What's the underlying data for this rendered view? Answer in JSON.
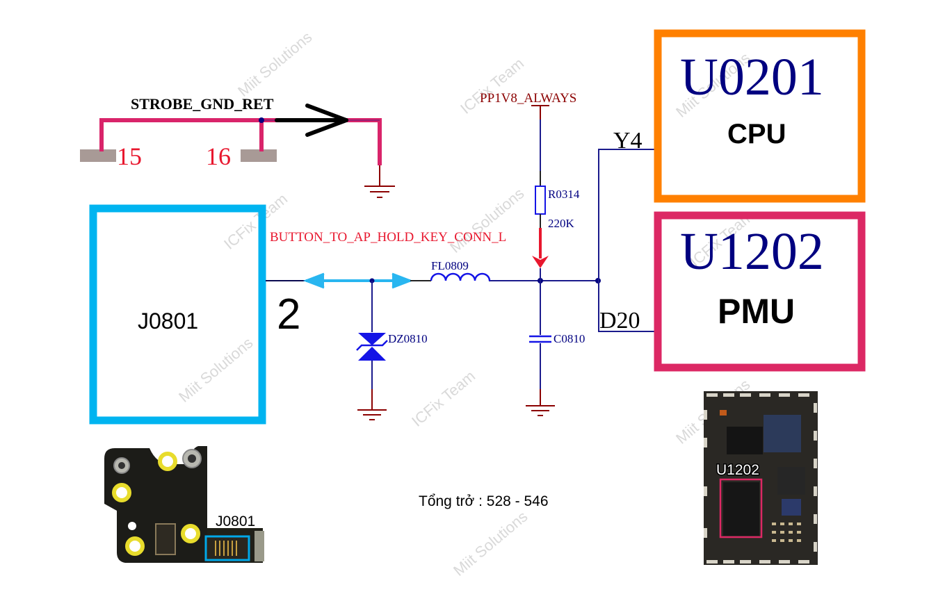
{
  "diagram": {
    "type": "schematic",
    "title": "Power/Hold key signal path",
    "nets": {
      "strobe": "STROBE_GND_RET",
      "supply": "PP1V8_ALWAYS",
      "signal": "BUTTON_TO_AP_HOLD_KEY_CONN_L"
    },
    "pins": {
      "pad_15": "15",
      "pad_16": "16",
      "connector_pin": "2",
      "cpu_pin": "Y4",
      "pmu_pin": "D20"
    },
    "components": {
      "resistor": {
        "ref": "R0314",
        "value": "220K"
      },
      "filter": {
        "ref": "FL0809"
      },
      "diode": {
        "ref": "DZ0810"
      },
      "capacitor": {
        "ref": "C0810"
      }
    },
    "blocks": {
      "connector": {
        "ref": "J0801",
        "color": "#00b4f0"
      },
      "cpu": {
        "ref": "U0201",
        "label": "CPU",
        "color": "#ff8000"
      },
      "pmu": {
        "ref": "U1202",
        "label": "PMU",
        "color": "#dc2864"
      }
    },
    "photos": {
      "connector_board_label": "J0801",
      "logic_board_label": "U1202"
    },
    "impedance_note": "Tổng trở : 528 - 546",
    "watermarks": [
      "Miit Solutions",
      "ICFix Team"
    ]
  },
  "colors": {
    "wire_blue": "#1a1a8c",
    "net_red": "#e8172e",
    "supply_darkred": "#8b0000",
    "strobe_wire": "#d9246a",
    "pad_gray": "#a89a96",
    "signal_cyan": "#29b6f0",
    "component_blue": "#1414e6",
    "ref_navy": "#000080"
  }
}
